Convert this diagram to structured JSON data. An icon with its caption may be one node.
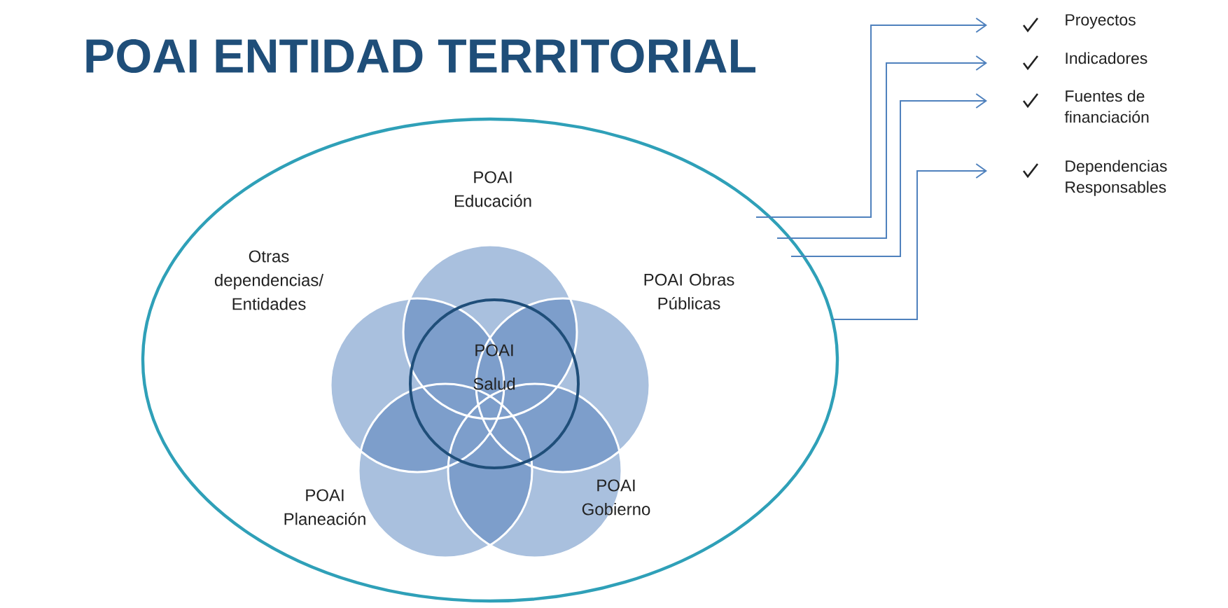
{
  "diagram": {
    "title": "POAI ENTIDAD TERRITORIAL",
    "nodes": [
      {
        "text": [],
        "shape": "ellipse"
      },
      {
        "text": [
          "POAI Educación"
        ],
        "in": 0
      },
      {
        "text": [
          "Otras dependencias/ Entidades"
        ],
        "in": 0
      },
      {
        "text": [
          "POAI Obras Públicas"
        ],
        "in": 0
      },
      {
        "text": [
          "POAI Planeación"
        ],
        "in": 0
      },
      {
        "text": [
          "POAI Gobierno"
        ],
        "in": 0
      },
      {
        "text": [
          "POAI Salud"
        ],
        "in": 0
      },
      {
        "text": [
          "Proyectos"
        ]
      },
      {
        "text": [
          "Indicadores"
        ]
      },
      {
        "text": [
          "Fuentes de financiación"
        ]
      },
      {
        "text": [
          "Dependencias Responsables"
        ]
      }
    ],
    "edges": [
      {
        "from": 0,
        "to": 7,
        "arrow": "to"
      },
      {
        "from": 0,
        "to": 8,
        "arrow": "to"
      },
      {
        "from": 0,
        "to": 9,
        "arrow": "to"
      },
      {
        "from": 0,
        "to": 10,
        "arrow": "to"
      }
    ]
  }
}
